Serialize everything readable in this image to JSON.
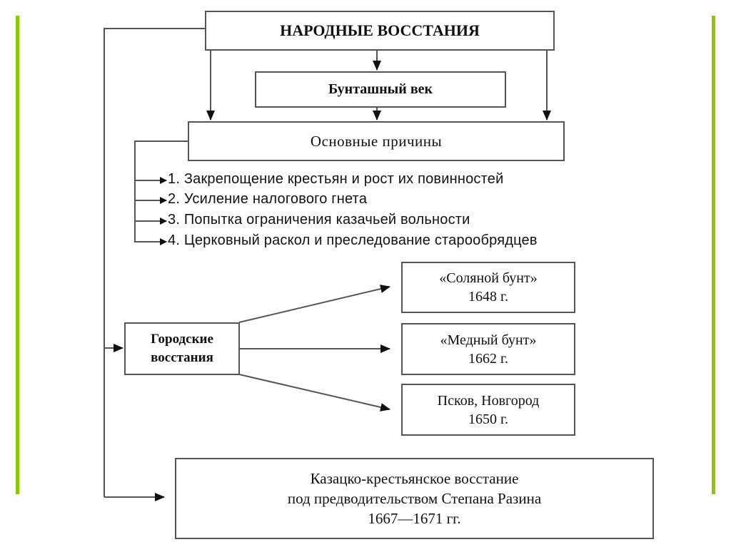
{
  "diagram": {
    "title": "НАРОДНЫЕ ВОССТАНИЯ",
    "subtitle": "Бунташный век",
    "causes_heading": "Основные причины",
    "causes": [
      "1. Закрепощение крестьян и рост их повинностей",
      "2. Усиление налогового гнета",
      "3. Попытка ограничения казачьей вольности",
      "4. Церковный раскол и преследование старообрядцев"
    ],
    "urban": {
      "label_line1": "Городские",
      "label_line2": "восстания",
      "events": [
        {
          "name": "«Соляной бунт»",
          "year": "1648 г."
        },
        {
          "name": "«Медный бунт»",
          "year": "1662 г."
        },
        {
          "name": "Псков, Новгород",
          "year": "1650 г."
        }
      ]
    },
    "razin": {
      "line1": "Казацко-крестьянское восстание",
      "line2": "под предводительством Степана Разина",
      "line3": "1667—1671 гг."
    }
  },
  "colors": {
    "accent_bar": "#8cc800",
    "line": "#555555"
  }
}
